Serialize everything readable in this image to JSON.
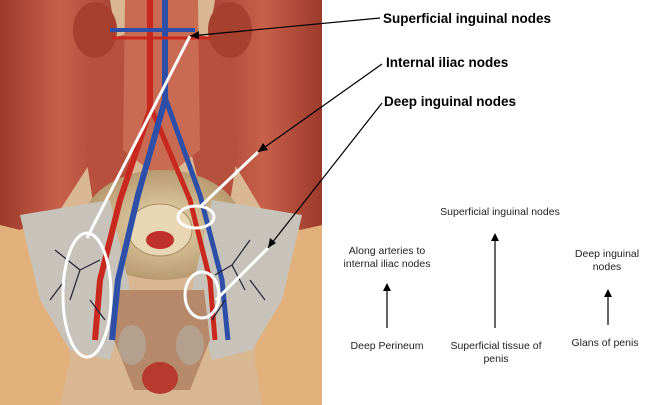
{
  "callouts": {
    "superficial": "Superficial inguinal nodes",
    "internal_iliac": "Internal iliac nodes",
    "deep": "Deep inguinal nodes"
  },
  "flow": {
    "top_label": "Superficial inguinal nodes",
    "left_top": "Along arteries to internal iliac nodes",
    "left_bottom": "Deep Perineum",
    "middle_bottom": "Superficial tissue of penis",
    "right_top": "Deep inguinal nodes",
    "right_bottom": "Glans of penis"
  }
}
